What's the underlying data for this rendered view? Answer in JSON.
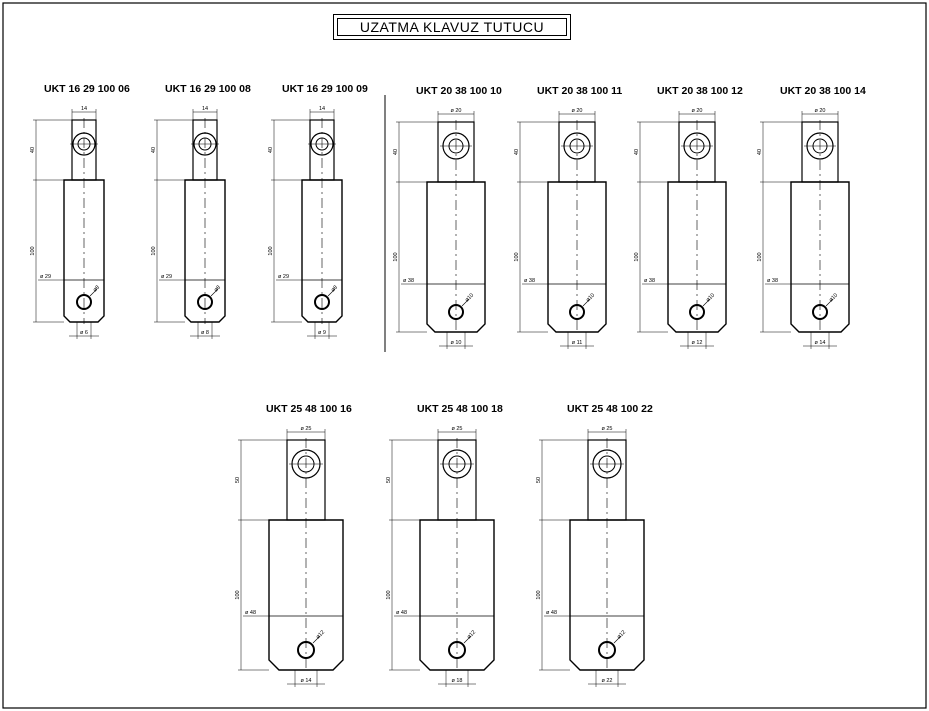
{
  "title": "UZATMA KLAVUZ TUTUCU",
  "row1_left": [
    {
      "code": "UKT 16 29 100 06",
      "shank_w": "14",
      "shank_h": "40",
      "body_h": "100",
      "body_d": "ø 29",
      "hole": "ø8",
      "bore": "ø 6"
    },
    {
      "code": "UKT 16 29 100 08",
      "shank_w": "14",
      "shank_h": "40",
      "body_h": "100",
      "body_d": "ø 29",
      "hole": "ø8",
      "bore": "ø 8"
    },
    {
      "code": "UKT 16 29 100 09",
      "shank_w": "14",
      "shank_h": "40",
      "body_h": "100",
      "body_d": "ø 29",
      "hole": "ø8",
      "bore": "ø 9"
    }
  ],
  "row1_right": [
    {
      "code": "UKT 20 38 100 10",
      "shank_w": "ø 20",
      "shank_h": "40",
      "body_h": "100",
      "body_d": "ø 38",
      "hole": "ø10",
      "bore": "ø 10"
    },
    {
      "code": "UKT 20 38 100 11",
      "shank_w": "ø 20",
      "shank_h": "40",
      "body_h": "100",
      "body_d": "ø 38",
      "hole": "ø10",
      "bore": "ø 11"
    },
    {
      "code": "UKT 20 38 100 12",
      "shank_w": "ø 20",
      "shank_h": "40",
      "body_h": "100",
      "body_d": "ø 38",
      "hole": "ø10",
      "bore": "ø 12"
    },
    {
      "code": "UKT 20 38 100 14",
      "shank_w": "ø 20",
      "shank_h": "40",
      "body_h": "100",
      "body_d": "ø 38",
      "hole": "ø10",
      "bore": "ø 14"
    }
  ],
  "row2": [
    {
      "code": "UKT 25 48 100 16",
      "shank_w": "ø 25",
      "shank_h": "50",
      "body_h": "100",
      "body_d": "ø 48",
      "hole": "ø12",
      "bore": "ø 14"
    },
    {
      "code": "UKT 25 48 100 18",
      "shank_w": "ø 25",
      "shank_h": "50",
      "body_h": "100",
      "body_d": "ø 48",
      "hole": "ø12",
      "bore": "ø 18"
    },
    {
      "code": "UKT 25 48 100 22",
      "shank_w": "ø 25",
      "shank_h": "50",
      "body_h": "100",
      "body_d": "ø 48",
      "hole": "ø12",
      "bore": "ø 22"
    }
  ]
}
